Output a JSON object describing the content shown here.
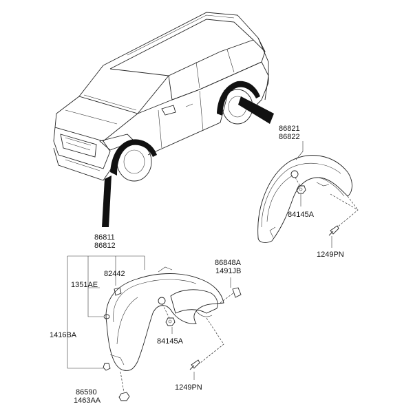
{
  "labels": {
    "rear_liner_1": "86821",
    "rear_liner_2": "86822",
    "rear_nut": "84145A",
    "rear_screw": "1249PN",
    "front_liner_1": "86811",
    "front_liner_2": "86812",
    "front_clip": "82442",
    "front_grommet": "1351AE",
    "front_bolt": "1416BA",
    "front_mud_1": "86848A",
    "front_mud_2": "1491JB",
    "front_nut": "84145A",
    "front_screw": "1249PN",
    "bottom_1": "86590",
    "bottom_2": "1463AA"
  }
}
